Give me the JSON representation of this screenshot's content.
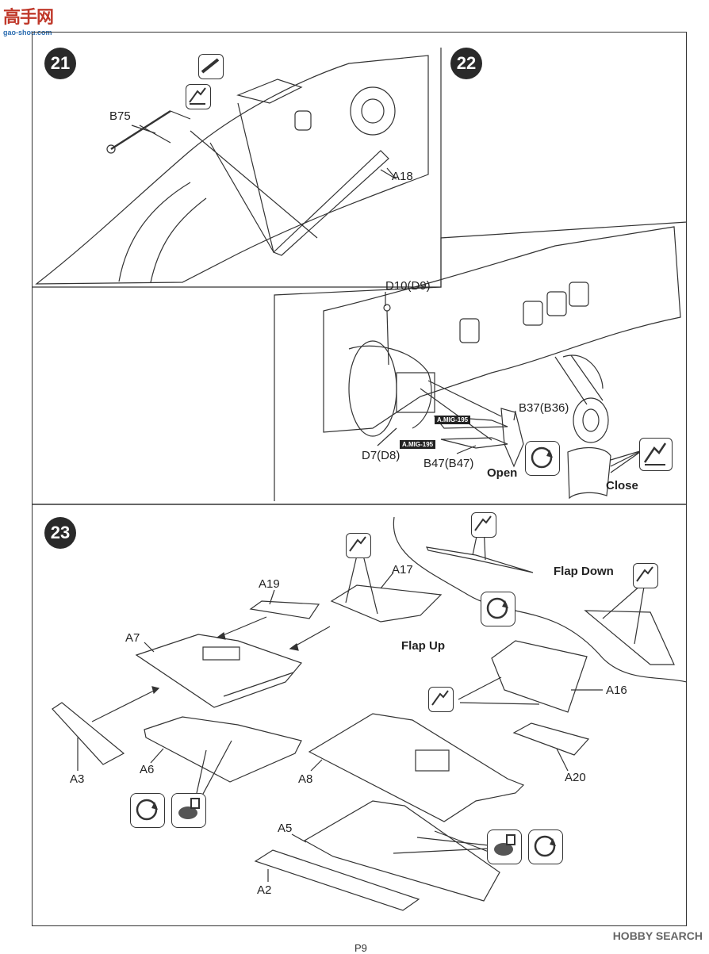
{
  "watermark": {
    "site_name": "高手网",
    "site_url": "gao-shou.com"
  },
  "steps": [
    {
      "number": "21",
      "parts": [
        "B75",
        "A18"
      ]
    },
    {
      "number": "22",
      "parts": [
        "D10(D9)",
        "B37(B36)",
        "D7(D8)",
        "B47(B47)"
      ],
      "paint_tags": [
        "A.MIG-195",
        "A.MIG-195"
      ],
      "options": [
        "Open",
        "Close"
      ]
    },
    {
      "number": "23",
      "parts": [
        "A19",
        "A17",
        "A7",
        "A3",
        "A6",
        "A8",
        "A16",
        "A20",
        "A5",
        "A2"
      ],
      "options": [
        "Flap Down",
        "Flap Up"
      ]
    }
  ],
  "footer": {
    "source": "HOBBY SEARCH",
    "page": "P9"
  },
  "icons": [
    "glue-icon",
    "rotate-icon",
    "paint-icon"
  ],
  "colors": {
    "line": "#333333",
    "badge": "#2a2a2a",
    "watermark_red": "#c0392b",
    "watermark_blue": "#2b6cb0"
  }
}
